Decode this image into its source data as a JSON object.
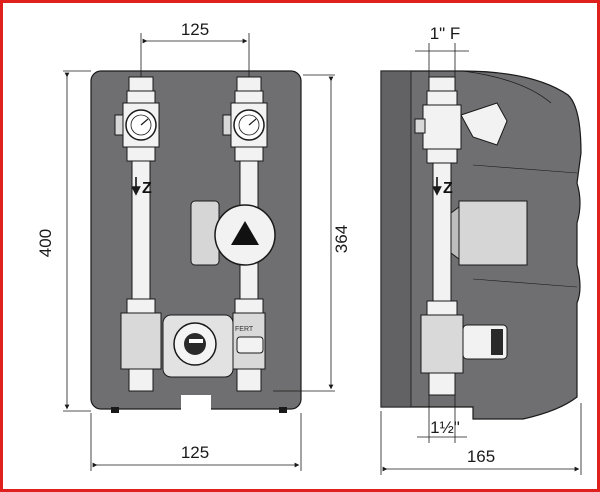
{
  "figure": {
    "border_color": "#e0201c",
    "housing_color": "#6f6f72",
    "pipe_color": "#f2f2f2",
    "line_color": "#1a1a1a"
  },
  "dimensions": {
    "top_spacing": "125",
    "bottom_width": "125",
    "total_height": "400",
    "inner_height": "364",
    "side_depth": "165",
    "top_connection": "1\" F",
    "bottom_connection": "1½\""
  },
  "markings": {
    "left_flow": "Z",
    "side_flow": "Z",
    "fert_label": "FERT",
    "pump_symbol": "play-triangle-icon"
  }
}
